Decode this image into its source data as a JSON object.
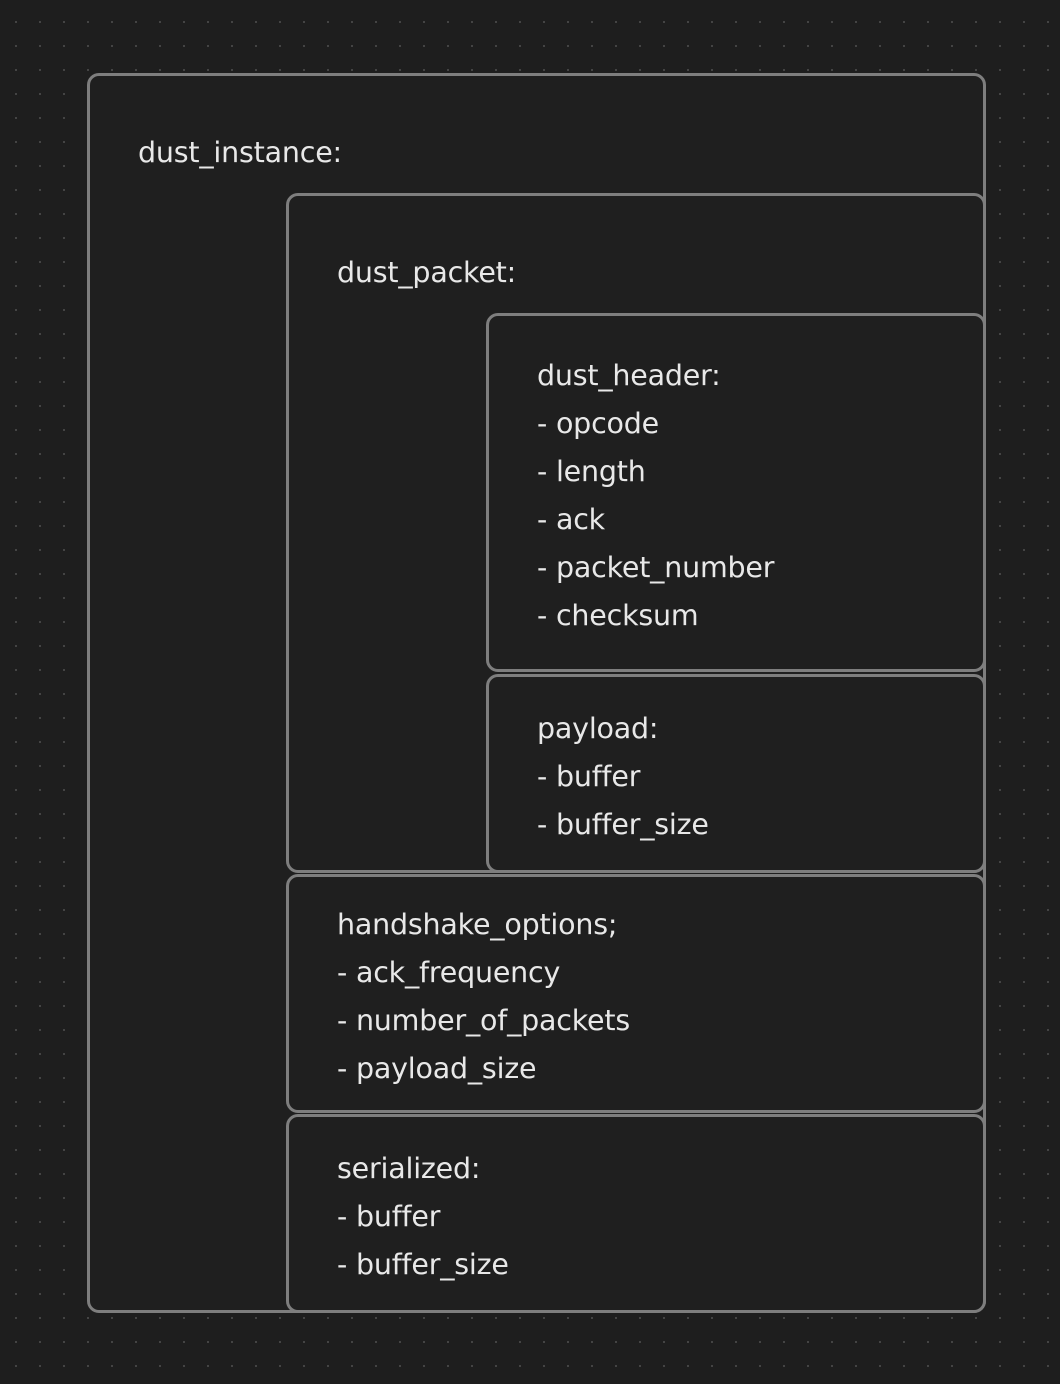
{
  "boxes": {
    "dust_instance": {
      "title": "dust_instance:"
    },
    "dust_packet": {
      "title": "dust_packet:"
    },
    "dust_header": {
      "title": "dust_header:",
      "items": [
        "- opcode",
        "- length",
        "- ack",
        "- packet_number",
        "- checksum"
      ]
    },
    "payload": {
      "title": "payload:",
      "items": [
        "- buffer",
        "- buffer_size"
      ]
    },
    "handshake_options": {
      "title": "handshake_options;",
      "items": [
        "- ack_frequency",
        "- number_of_packets",
        "- payload_size"
      ]
    },
    "serialized": {
      "title": "serialized:",
      "items": [
        "- buffer",
        "- buffer_size"
      ]
    }
  },
  "colors": {
    "background": "#1e1e1e",
    "card_fill": "#1f1f1f",
    "card_border": "#7e7e7e",
    "text": "#e8e8e8"
  }
}
